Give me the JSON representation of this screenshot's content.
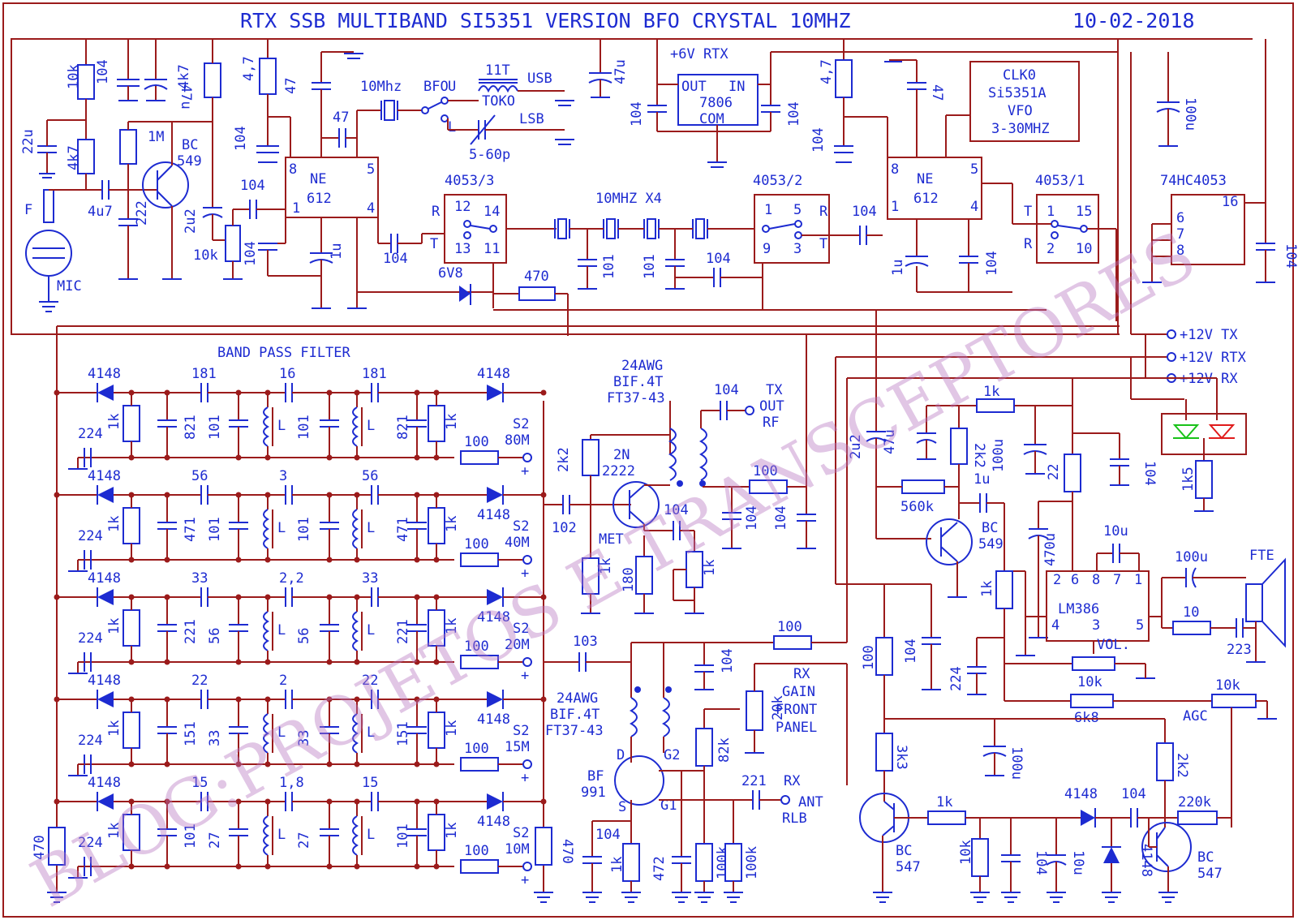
{
  "title": "RTX SSB MULTIBAND SI5351 VERSION BFO CRYSTAL 10MHZ",
  "date": "10-02-2018",
  "watermark": "BLOG:PROJETOS E TRANSCEPTORES",
  "colors": {
    "wire": "#9b1b1b",
    "component": "#1d2bd1",
    "watermark": "#b878c2",
    "led_green": "#19c219",
    "led_red": "#e01b1b"
  },
  "labels": {
    "mic": "MIC",
    "f": "F",
    "r_10k": "10k",
    "c_104": "104",
    "c_47u": "47u",
    "r_4k7": "4k7",
    "c_22u": "22u",
    "r_1m": "1M",
    "q_bc": "BC",
    "q_549": "549",
    "c_4u7": "4u7",
    "c_222": "222",
    "c_2u2": "2u2",
    "r_4_7": "4,7",
    "c_47": "47",
    "xtal_10mhz": "10Mhz",
    "bfo": "BFO",
    "u": "U",
    "l": "L",
    "coil_11t": "11T",
    "toko": "TOKO",
    "usb": "USB",
    "lsb": "LSB",
    "trim": "5-60p",
    "ne": "NE",
    "ne612": "612",
    "pin8": "8",
    "pin5": "5",
    "pin1": "1",
    "pin4": "4",
    "sw3": "4053/3",
    "sw2": "4053/2",
    "sw1": "4053/1",
    "r": "R",
    "t": "T",
    "p12": "12",
    "p14": "14",
    "p13": "13",
    "p11": "11",
    "p5": "5",
    "p9": "9",
    "p3": "3",
    "p1": "1",
    "p15": "15",
    "p2": "2",
    "p10": "10",
    "c_1u": "1u",
    "zener": "6V8",
    "r_470": "470",
    "xtal_filter": "10MHZ X4",
    "c_101": "101",
    "reg_6v": "+6V RTX",
    "reg_out": "OUT",
    "reg_in": "IN",
    "reg_7806": "7806",
    "reg_com": "COM",
    "clk0": "CLK0",
    "si5351": "Si5351A",
    "vfo": "VFO",
    "vfo_range": "3-30MHZ",
    "ic_74hc4053": "74HC4053",
    "p16": "16",
    "p6": "6",
    "p7": "7",
    "p8": "8",
    "c_100u": "100u",
    "v12tx": "+12V TX",
    "v12rtx": "+12V RTX",
    "v12rx": "+12V RX",
    "bpf": "BAND PASS FILTER",
    "d4148": "4148",
    "r_1k": "1k",
    "c_224": "224",
    "ind_l": "L",
    "r_100": "100",
    "s2": "S2",
    "b80": "80M",
    "b40": "40M",
    "b20": "20M",
    "b15": "15M",
    "b10": "10M",
    "plus": "+",
    "c_181": "181",
    "c_16": "16",
    "c_821": "821",
    "c_56": "56",
    "c_3": "3",
    "c_471": "471",
    "c_33": "33",
    "c_2_2": "2,2",
    "c_221": "221",
    "c_22": "22",
    "c_2": "2",
    "c_151": "151",
    "c_15": "15",
    "c_1_8": "1,8",
    "c_27": "27",
    "awg": "24AWG",
    "bif": "BIF.4T",
    "ft": "FT37-43",
    "tx_out": "TX",
    "tx_out2": "OUT",
    "tx_rf": "RF",
    "q2n": "2N",
    "q2222": "2222",
    "r_2k2": "2k2",
    "c_102": "102",
    "met": "MET",
    "r_180": "180",
    "c_103": "103",
    "rx_gain": "RX",
    "gain": "GAIN",
    "front": "FRONT",
    "panel": "PANEL",
    "r_20k": "20k",
    "r_82k": "82k",
    "d": "D",
    "g2": "G2",
    "g1": "G1",
    "s": "S",
    "bf": "BF",
    "bf991": "991",
    "c_472": "472",
    "r_100k": "100k",
    "rx": "RX",
    "ant": "ANT",
    "rlb": "RLB",
    "r_560k": "560k",
    "r_22": "22",
    "c_470u": "470u",
    "c_10u": "10u",
    "lm386": "LM386",
    "p_2": "2",
    "p_6": "6",
    "p_8": "8",
    "p_7": "7",
    "p_1": "1",
    "p_4": "4",
    "p_3": "3",
    "p_5": "5",
    "fte": "FTE",
    "r_10": "10",
    "c_223": "223",
    "vol": "VOL.",
    "r_6k8": "6k8",
    "agc": "AGC",
    "r_3k3": "3k3",
    "bc547": "547",
    "r_220k": "220k",
    "r_1k5": "1k5"
  }
}
